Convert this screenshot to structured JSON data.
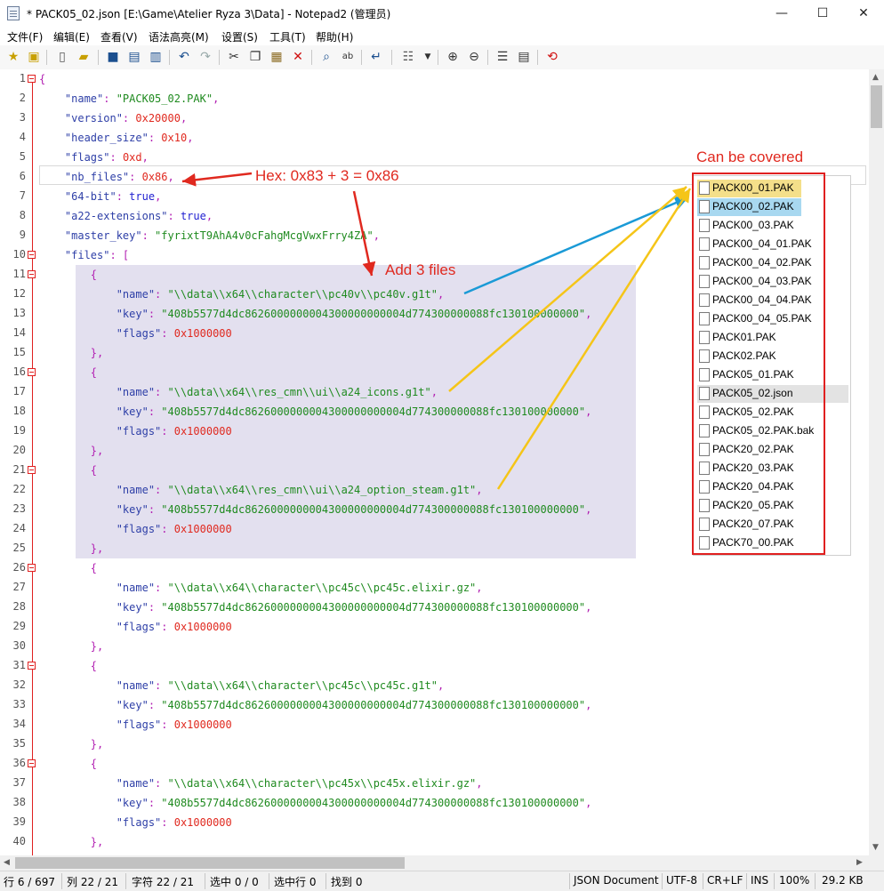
{
  "window": {
    "title": "* PACK05_02.json [E:\\Game\\Atelier Ryza 3\\Data] - Notepad2 (管理员)",
    "minimize": "—",
    "maximize": "☐",
    "close": "✕"
  },
  "menu": [
    "文件(F)",
    "编辑(E)",
    "查看(V)",
    "语法高亮(M)",
    "设置(S)",
    "工具(T)",
    "帮助(H)"
  ],
  "toolbar_icons": [
    "favorites-icon",
    "open-folder-icon",
    "new-file-icon",
    "open-file-icon",
    "save-icon",
    "save-as-icon",
    "save-copy-icon",
    "undo-icon",
    "redo-icon",
    "cut-icon",
    "copy-icon",
    "paste-icon",
    "delete-icon",
    "find-icon",
    "replace-icon",
    "word-wrap-icon",
    "scheme-icon",
    "dropdown-icon",
    "zoom-in-icon",
    "zoom-out-icon",
    "view-lines-icon",
    "settings-icon",
    "exit-icon"
  ],
  "line_numbers": [
    "1",
    "2",
    "3",
    "4",
    "5",
    "6",
    "7",
    "8",
    "9",
    "10",
    "11",
    "12",
    "13",
    "14",
    "15",
    "16",
    "17",
    "18",
    "19",
    "20",
    "21",
    "22",
    "23",
    "24",
    "25",
    "26",
    "27",
    "28",
    "29",
    "30",
    "31",
    "32",
    "33",
    "34",
    "35",
    "36",
    "37",
    "38",
    "39",
    "40"
  ],
  "fold_lines": [
    "1",
    "10",
    "11",
    "16",
    "21",
    "26",
    "31",
    "36"
  ],
  "code": [
    [
      {
        "c": "p",
        "t": "{"
      }
    ],
    [
      {
        "c": "k",
        "t": "    \"name\""
      },
      {
        "c": "p",
        "t": ": "
      },
      {
        "c": "s",
        "t": "\"PACK05_02.PAK\""
      },
      {
        "c": "p",
        "t": ","
      }
    ],
    [
      {
        "c": "k",
        "t": "    \"version\""
      },
      {
        "c": "p",
        "t": ": "
      },
      {
        "c": "n",
        "t": "0x20000"
      },
      {
        "c": "p",
        "t": ","
      }
    ],
    [
      {
        "c": "k",
        "t": "    \"header_size\""
      },
      {
        "c": "p",
        "t": ": "
      },
      {
        "c": "n",
        "t": "0x10"
      },
      {
        "c": "p",
        "t": ","
      }
    ],
    [
      {
        "c": "k",
        "t": "    \"flags\""
      },
      {
        "c": "p",
        "t": ": "
      },
      {
        "c": "n",
        "t": "0xd"
      },
      {
        "c": "p",
        "t": ","
      }
    ],
    [
      {
        "c": "k",
        "t": "    \"nb_files\""
      },
      {
        "c": "p",
        "t": ": "
      },
      {
        "c": "n",
        "t": "0x86"
      },
      {
        "c": "p",
        "t": ","
      }
    ],
    [
      {
        "c": "k",
        "t": "    \"64-bit\""
      },
      {
        "c": "p",
        "t": ": "
      },
      {
        "c": "b",
        "t": "true"
      },
      {
        "c": "p",
        "t": ","
      }
    ],
    [
      {
        "c": "k",
        "t": "    \"a22-extensions\""
      },
      {
        "c": "p",
        "t": ": "
      },
      {
        "c": "b",
        "t": "true"
      },
      {
        "c": "p",
        "t": ","
      }
    ],
    [
      {
        "c": "k",
        "t": "    \"master_key\""
      },
      {
        "c": "p",
        "t": ": "
      },
      {
        "c": "s",
        "t": "\"fyrixtT9AhA4v0cFahgMcgVwxFrry4ZA\""
      },
      {
        "c": "p",
        "t": ","
      }
    ],
    [
      {
        "c": "k",
        "t": "    \"files\""
      },
      {
        "c": "p",
        "t": ": ["
      }
    ],
    [
      {
        "c": "p",
        "t": "        {"
      }
    ],
    [
      {
        "c": "k",
        "t": "            \"name\""
      },
      {
        "c": "p",
        "t": ": "
      },
      {
        "c": "s",
        "t": "\"\\\\data\\\\x64\\\\character\\\\pc40v\\\\pc40v.g1t\""
      },
      {
        "c": "p",
        "t": ","
      }
    ],
    [
      {
        "c": "k",
        "t": "            \"key\""
      },
      {
        "c": "p",
        "t": ": "
      },
      {
        "c": "s",
        "t": "\"408b5577d4dc8626000000004300000000004d774300000088fc130100000000\""
      },
      {
        "c": "p",
        "t": ","
      }
    ],
    [
      {
        "c": "k",
        "t": "            \"flags\""
      },
      {
        "c": "p",
        "t": ": "
      },
      {
        "c": "n",
        "t": "0x1000000"
      }
    ],
    [
      {
        "c": "p",
        "t": "        },"
      }
    ],
    [
      {
        "c": "p",
        "t": "        {"
      }
    ],
    [
      {
        "c": "k",
        "t": "            \"name\""
      },
      {
        "c": "p",
        "t": ": "
      },
      {
        "c": "s",
        "t": "\"\\\\data\\\\x64\\\\res_cmn\\\\ui\\\\a24_icons.g1t\""
      },
      {
        "c": "p",
        "t": ","
      }
    ],
    [
      {
        "c": "k",
        "t": "            \"key\""
      },
      {
        "c": "p",
        "t": ": "
      },
      {
        "c": "s",
        "t": "\"408b5577d4dc8626000000004300000000004d774300000088fc130100000000\""
      },
      {
        "c": "p",
        "t": ","
      }
    ],
    [
      {
        "c": "k",
        "t": "            \"flags\""
      },
      {
        "c": "p",
        "t": ": "
      },
      {
        "c": "n",
        "t": "0x1000000"
      }
    ],
    [
      {
        "c": "p",
        "t": "        },"
      }
    ],
    [
      {
        "c": "p",
        "t": "        {"
      }
    ],
    [
      {
        "c": "k",
        "t": "            \"name\""
      },
      {
        "c": "p",
        "t": ": "
      },
      {
        "c": "s",
        "t": "\"\\\\data\\\\x64\\\\res_cmn\\\\ui\\\\a24_option_steam.g1t\""
      },
      {
        "c": "p",
        "t": ","
      }
    ],
    [
      {
        "c": "k",
        "t": "            \"key\""
      },
      {
        "c": "p",
        "t": ": "
      },
      {
        "c": "s",
        "t": "\"408b5577d4dc8626000000004300000000004d774300000088fc130100000000\""
      },
      {
        "c": "p",
        "t": ","
      }
    ],
    [
      {
        "c": "k",
        "t": "            \"flags\""
      },
      {
        "c": "p",
        "t": ": "
      },
      {
        "c": "n",
        "t": "0x1000000"
      }
    ],
    [
      {
        "c": "p",
        "t": "        },"
      }
    ],
    [
      {
        "c": "p",
        "t": "        {"
      }
    ],
    [
      {
        "c": "k",
        "t": "            \"name\""
      },
      {
        "c": "p",
        "t": ": "
      },
      {
        "c": "s",
        "t": "\"\\\\data\\\\x64\\\\character\\\\pc45c\\\\pc45c.elixir.gz\""
      },
      {
        "c": "p",
        "t": ","
      }
    ],
    [
      {
        "c": "k",
        "t": "            \"key\""
      },
      {
        "c": "p",
        "t": ": "
      },
      {
        "c": "s",
        "t": "\"408b5577d4dc8626000000004300000000004d774300000088fc130100000000\""
      },
      {
        "c": "p",
        "t": ","
      }
    ],
    [
      {
        "c": "k",
        "t": "            \"flags\""
      },
      {
        "c": "p",
        "t": ": "
      },
      {
        "c": "n",
        "t": "0x1000000"
      }
    ],
    [
      {
        "c": "p",
        "t": "        },"
      }
    ],
    [
      {
        "c": "p",
        "t": "        {"
      }
    ],
    [
      {
        "c": "k",
        "t": "            \"name\""
      },
      {
        "c": "p",
        "t": ": "
      },
      {
        "c": "s",
        "t": "\"\\\\data\\\\x64\\\\character\\\\pc45c\\\\pc45c.g1t\""
      },
      {
        "c": "p",
        "t": ","
      }
    ],
    [
      {
        "c": "k",
        "t": "            \"key\""
      },
      {
        "c": "p",
        "t": ": "
      },
      {
        "c": "s",
        "t": "\"408b5577d4dc8626000000004300000000004d774300000088fc130100000000\""
      },
      {
        "c": "p",
        "t": ","
      }
    ],
    [
      {
        "c": "k",
        "t": "            \"flags\""
      },
      {
        "c": "p",
        "t": ": "
      },
      {
        "c": "n",
        "t": "0x1000000"
      }
    ],
    [
      {
        "c": "p",
        "t": "        },"
      }
    ],
    [
      {
        "c": "p",
        "t": "        {"
      }
    ],
    [
      {
        "c": "k",
        "t": "            \"name\""
      },
      {
        "c": "p",
        "t": ": "
      },
      {
        "c": "s",
        "t": "\"\\\\data\\\\x64\\\\character\\\\pc45x\\\\pc45x.elixir.gz\""
      },
      {
        "c": "p",
        "t": ","
      }
    ],
    [
      {
        "c": "k",
        "t": "            \"key\""
      },
      {
        "c": "p",
        "t": ": "
      },
      {
        "c": "s",
        "t": "\"408b5577d4dc8626000000004300000000004d774300000088fc130100000000\""
      },
      {
        "c": "p",
        "t": ","
      }
    ],
    [
      {
        "c": "k",
        "t": "            \"flags\""
      },
      {
        "c": "p",
        "t": ": "
      },
      {
        "c": "n",
        "t": "0x1000000"
      }
    ],
    [
      {
        "c": "p",
        "t": "        },"
      }
    ]
  ],
  "annotations": {
    "hex": "Hex: 0x83 + 3 = 0x86",
    "add": "Add 3 files",
    "covered": "Can be covered"
  },
  "files": [
    {
      "name": "PACK00_01.PAK",
      "state": "yellow"
    },
    {
      "name": "PACK00_02.PAK",
      "state": "blue"
    },
    {
      "name": "PACK00_03.PAK",
      "state": ""
    },
    {
      "name": "PACK00_04_01.PAK",
      "state": ""
    },
    {
      "name": "PACK00_04_02.PAK",
      "state": ""
    },
    {
      "name": "PACK00_04_03.PAK",
      "state": ""
    },
    {
      "name": "PACK00_04_04.PAK",
      "state": ""
    },
    {
      "name": "PACK00_04_05.PAK",
      "state": ""
    },
    {
      "name": "PACK01.PAK",
      "state": ""
    },
    {
      "name": "PACK02.PAK",
      "state": ""
    },
    {
      "name": "PACK05_01.PAK",
      "state": ""
    },
    {
      "name": "PACK05_02.json",
      "state": "gray"
    },
    {
      "name": "PACK05_02.PAK",
      "state": ""
    },
    {
      "name": "PACK05_02.PAK.bak",
      "state": ""
    },
    {
      "name": "PACK20_02.PAK",
      "state": ""
    },
    {
      "name": "PACK20_03.PAK",
      "state": ""
    },
    {
      "name": "PACK20_04.PAK",
      "state": ""
    },
    {
      "name": "PACK20_05.PAK",
      "state": ""
    },
    {
      "name": "PACK20_07.PAK",
      "state": ""
    },
    {
      "name": "PACK70_00.PAK",
      "state": ""
    }
  ],
  "status": [
    "行 6 / 697",
    "列 22 / 21",
    "字符 22 / 21",
    "选中 0 / 0",
    "选中行 0",
    "找到 0",
    "JSON Document",
    "UTF-8",
    "CR+LF",
    "INS",
    "100%",
    "29.2 KB"
  ],
  "colors": {
    "annotation_red": "#e0291f",
    "arrow_yellow": "#f5c518",
    "arrow_blue": "#1a9ad6",
    "selection_purple": "#e3e0ef",
    "file_yellow": "#f4df8a",
    "file_blue": "#a8d8f0"
  }
}
